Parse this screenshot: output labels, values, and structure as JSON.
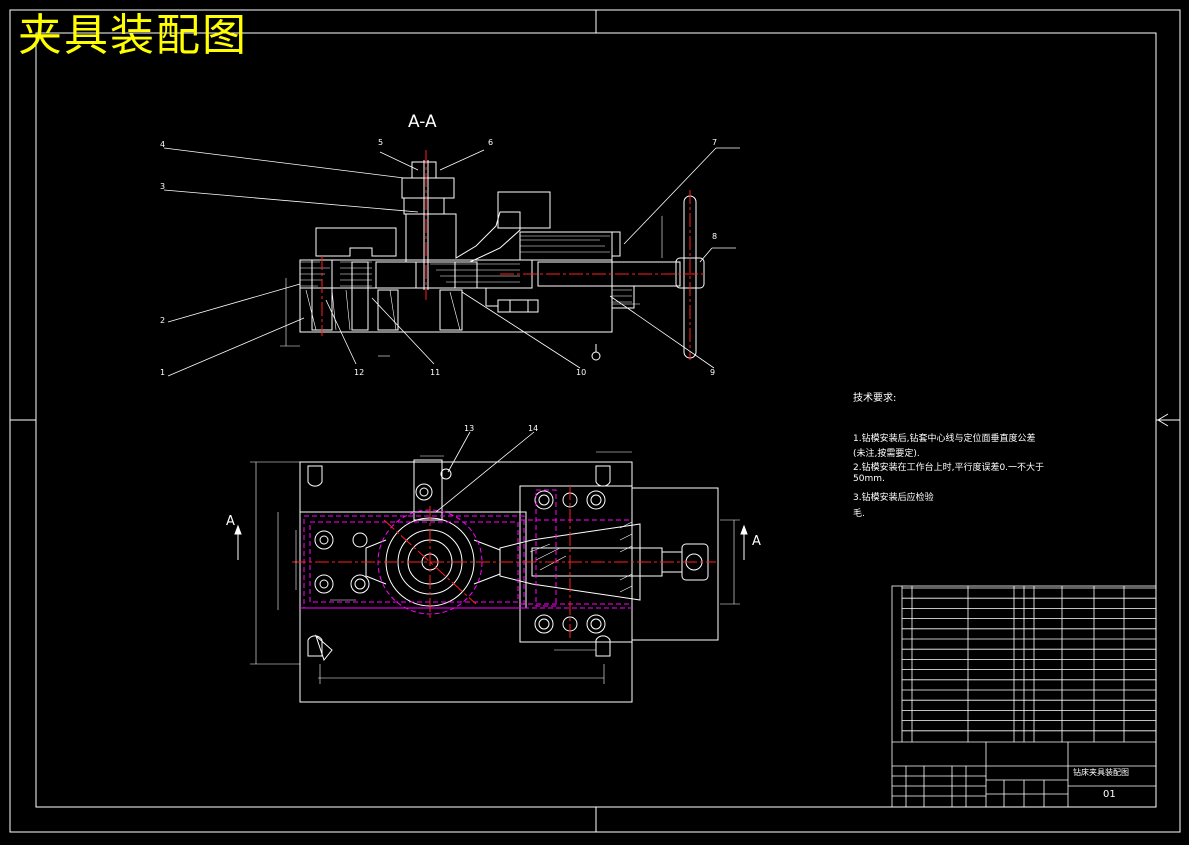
{
  "title": "夹具装配图",
  "section_label": "A-A",
  "view_marks": [
    "A",
    "A"
  ],
  "part_callouts": [
    "1",
    "2",
    "3",
    "4",
    "5",
    "6",
    "7",
    "8",
    "9",
    "10",
    "11",
    "12",
    "13",
    "14"
  ],
  "tech_requirements": {
    "title": "技术要求:",
    "lines": [
      "1.钻模安装后,钻套中心线与定位面垂直度公差",
      "(未注,按需要定).",
      "2.钻模安装在工作台上时,平行度误差0.一不大于",
      "50mm.",
      "3.钻模安装后应检验",
      "毛."
    ]
  },
  "title_block": {
    "drawing_name": "钻床夹具装配图",
    "drawing_code": "01"
  },
  "colors": {
    "background": "#000000",
    "line": "#ffffff",
    "title": "#ffff00",
    "centerline": "#ff2020",
    "hidden": "#ff00ff",
    "dimension": "#ffffff",
    "hatch": "#ffffff"
  }
}
